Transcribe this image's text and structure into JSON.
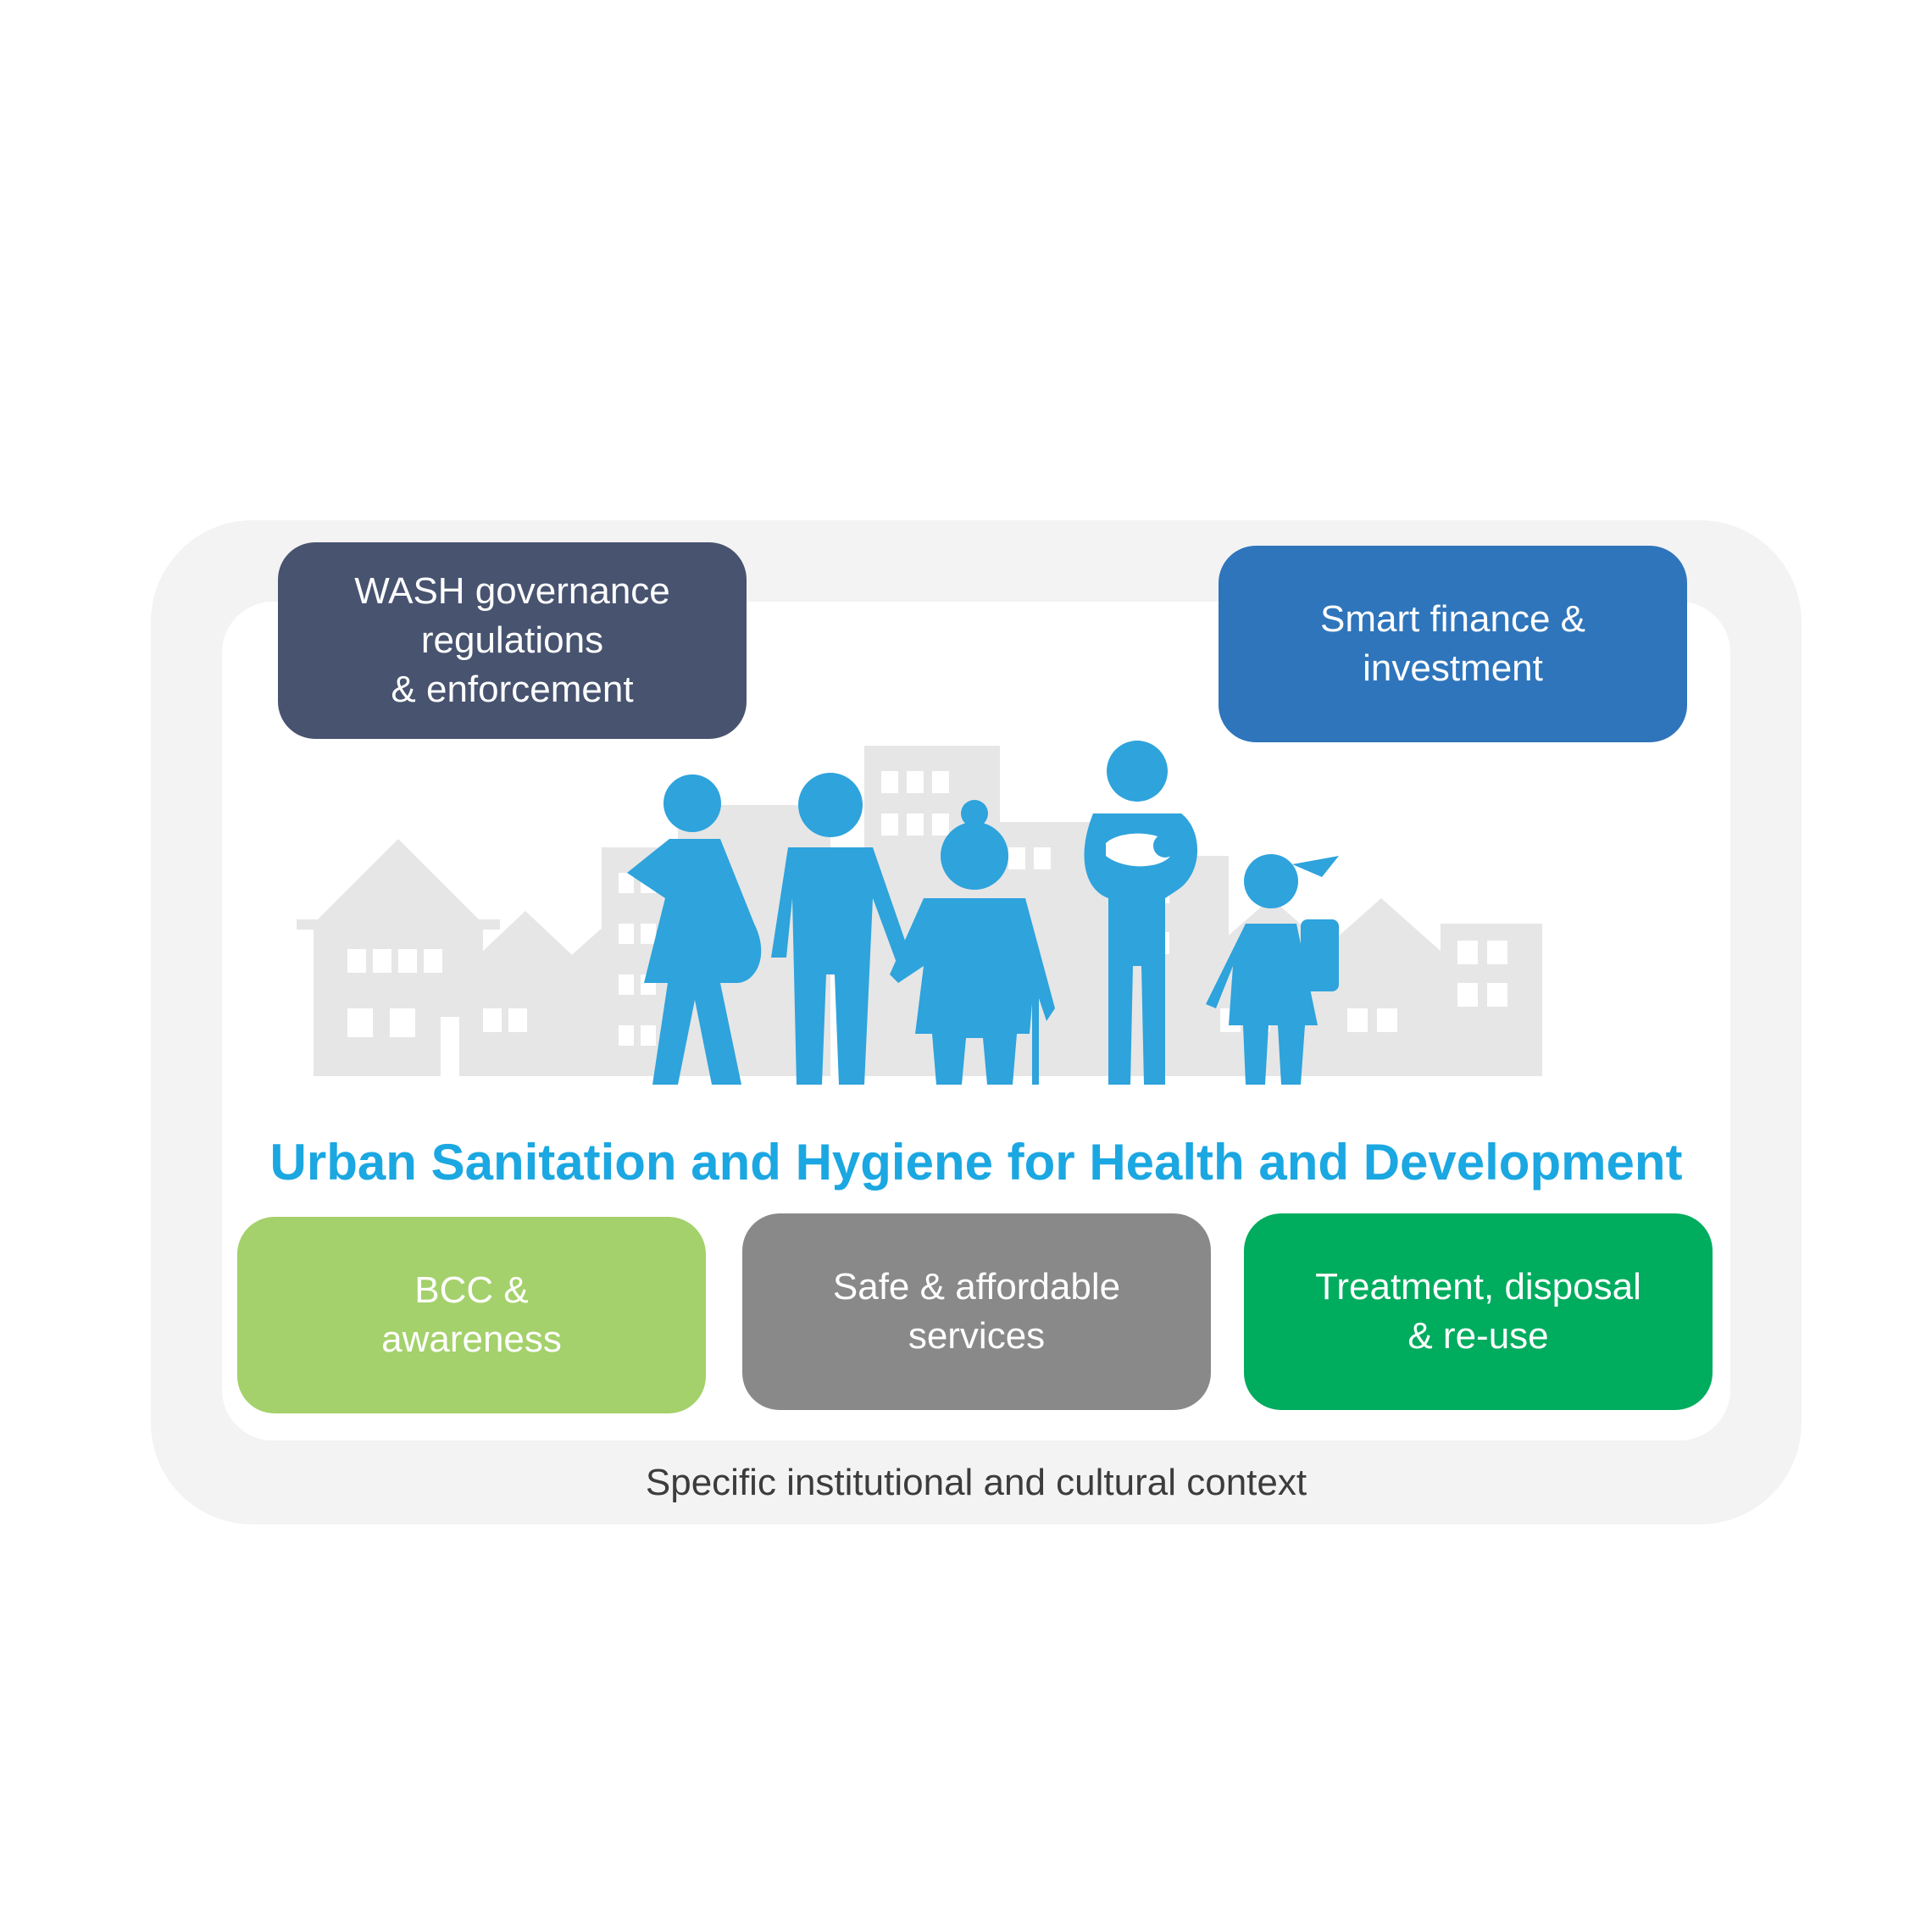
{
  "title": "Urban Sanitation and Hygiene for Health and Development",
  "context_label": "Specific institutional and cultural context",
  "boxes": {
    "governance": "WASH governance\nregulations\n& enforcement",
    "finance": "Smart finance &\ninvestment",
    "bcc": "BCC &\nawareness",
    "services": "Safe & affordable\nservices",
    "treatment": "Treatment, disposal\n&  re-use"
  },
  "colors": {
    "governance": "#47536f",
    "finance": "#2f75bb",
    "bcc": "#a4d16b",
    "services": "#898989",
    "treatment": "#00ac5e",
    "title": "#1ba7e1",
    "figures": "#2ea3dc",
    "buildings": "#e6e6e6",
    "frame": "#f3f3f3"
  },
  "icons": [
    "city-skyline-icon",
    "family-figures-icon"
  ]
}
